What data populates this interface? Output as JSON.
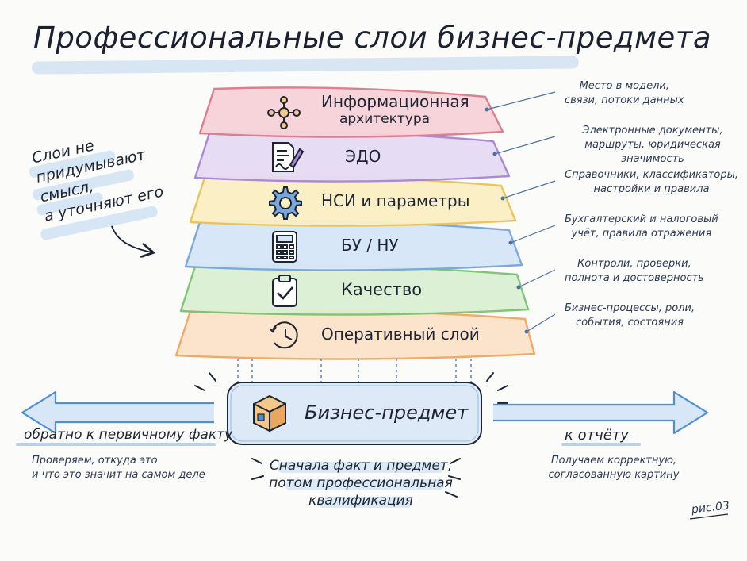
{
  "title": "Профессиональные слои бизнес-предмета",
  "layers": [
    {
      "label_line1": "Информационная",
      "label_line2": "архитектура",
      "icon": "network-nodes-icon",
      "color": "#e07a8a",
      "fill": "#f7d3d9",
      "note_line1": "Место в модели,",
      "note_line2": "связи, потоки данных"
    },
    {
      "label_line1": "ЭДО",
      "label_line2": "",
      "icon": "document-sign-icon",
      "color": "#a986d6",
      "fill": "#e6dbf4",
      "note_line1": "Электронные документы,",
      "note_line2": "маршруты, юридическая значимость"
    },
    {
      "label_line1": "НСИ и параметры",
      "label_line2": "",
      "icon": "gear-icon",
      "color": "#e8c45a",
      "fill": "#fbefc4",
      "note_line1": "Справочники, классификаторы,",
      "note_line2": "настройки и правила"
    },
    {
      "label_line1": "БУ / НУ",
      "label_line2": "",
      "icon": "calculator-icon",
      "color": "#78a7dd",
      "fill": "#d7e7f7",
      "note_line1": "Бухгалтерский и налоговый",
      "note_line2": "учёт, правила отражения"
    },
    {
      "label_line1": "Качество",
      "label_line2": "",
      "icon": "clipboard-check-icon",
      "color": "#7cc46f",
      "fill": "#dcf0d4",
      "note_line1": "Контроли, проверки,",
      "note_line2": "полнота и достоверность"
    },
    {
      "label_line1": "Оперативный слой",
      "label_line2": "",
      "icon": "clock-icon",
      "color": "#f0a862",
      "fill": "#fbe3cb",
      "note_line1": "Бизнес-процессы, роли,",
      "note_line2": "события, состояния"
    }
  ],
  "side_note": {
    "line1": "Слои не",
    "line2": "придумывают",
    "line3": "смысл,",
    "line4": "а уточняют его"
  },
  "core": {
    "label": "Бизнес-предмет",
    "icon": "cube-icon"
  },
  "left_flow": {
    "label": "обратно к первичному факту",
    "note_line1": "Проверяем, откуда это",
    "note_line2": "и что это значит на самом деле"
  },
  "right_flow": {
    "label": "к отчёту",
    "note_line1": "Получаем корректную,",
    "note_line2": "согласованную картину"
  },
  "bottom_note": {
    "line1": "Сначала факт и предмет,",
    "line2": "потом профессиональная",
    "line3": "квалификация"
  },
  "figure_label": "рис.03",
  "colors": {
    "ink": "#1d2433",
    "accent_blue": "#4f8fd0",
    "core_fill": "#dde9f6"
  }
}
